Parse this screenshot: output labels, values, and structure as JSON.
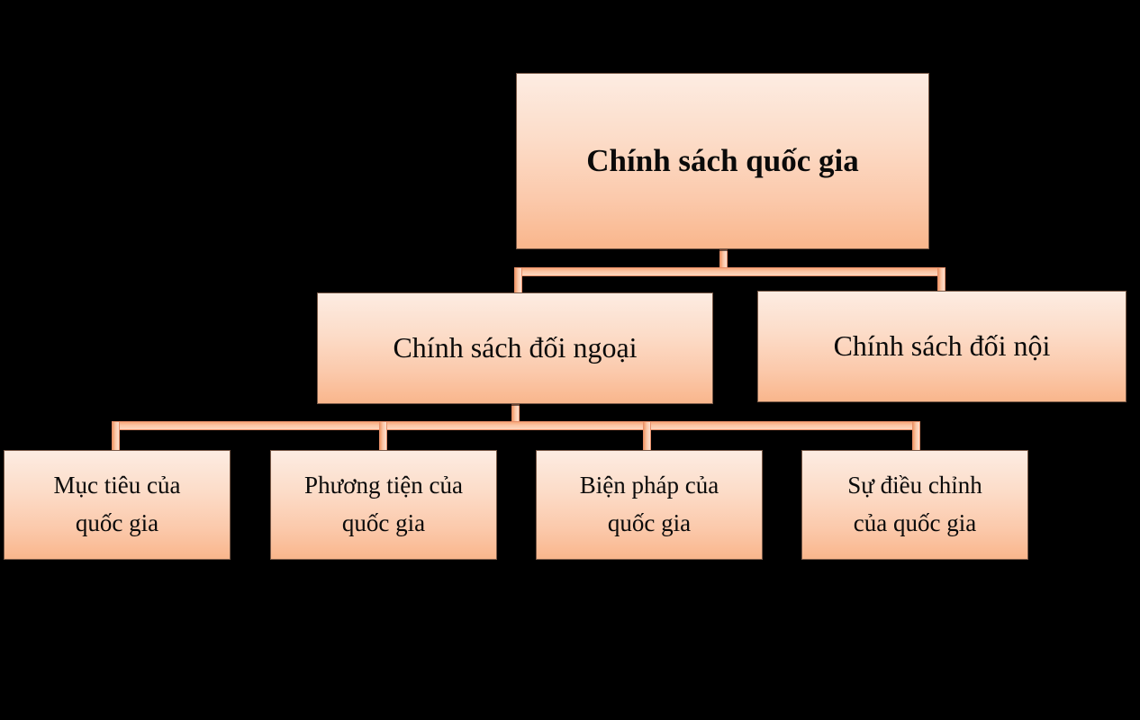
{
  "diagram": {
    "type": "organizational-hierarchy",
    "background_color": "#000000",
    "box_gradient_top": "#fdece2",
    "box_gradient_bottom": "#f9b68c",
    "connector_color": "#f7a87a",
    "box_border_color": "#7a5a48",
    "text_color": "#0a0a0a",
    "levels": 3,
    "nodes": {
      "root": {
        "label": "Chính sách quốc gia",
        "level": 1
      },
      "foreign_policy": {
        "label": "Chính sách đối ngoại",
        "level": 2
      },
      "domestic_policy": {
        "label": "Chính sách đối nội",
        "level": 2
      },
      "goals": {
        "label": "Mục tiêu của\nquốc gia",
        "level": 3
      },
      "means": {
        "label": "Phương tiện của\nquốc gia",
        "level": 3
      },
      "measures": {
        "label": "Biện pháp của\nquốc gia",
        "level": 3
      },
      "adjustment": {
        "label": "Sự điều chỉnh\ncủa quốc gia",
        "level": 3
      }
    },
    "edges": [
      {
        "from": "root",
        "to": "foreign_policy"
      },
      {
        "from": "root",
        "to": "domestic_policy"
      },
      {
        "from": "foreign_policy",
        "to": "goals"
      },
      {
        "from": "foreign_policy",
        "to": "means"
      },
      {
        "from": "foreign_policy",
        "to": "measures"
      },
      {
        "from": "foreign_policy",
        "to": "adjustment"
      }
    ]
  }
}
